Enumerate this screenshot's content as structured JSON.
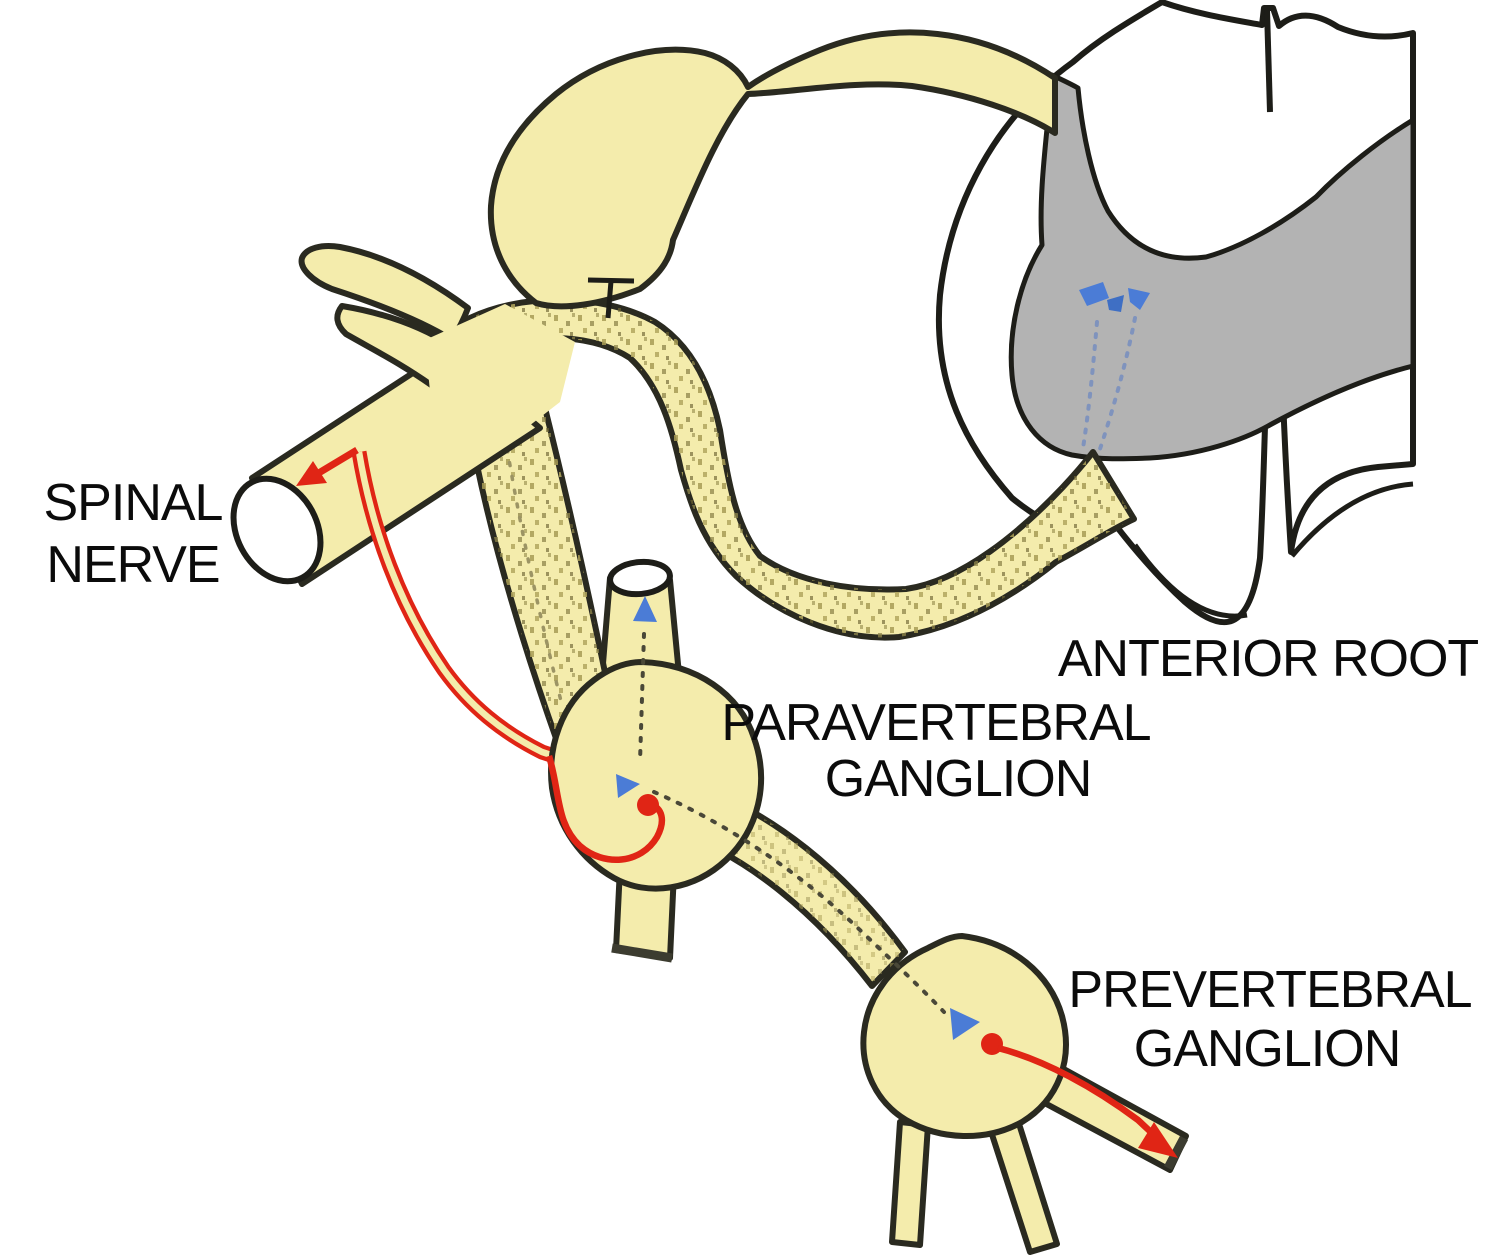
{
  "figure": {
    "description": "Line-art diagram of a spinal cord cross-section with sympathetic pathway: spinal nerve, anterior root, paravertebral ganglion and prevertebral ganglion. Blue marks preganglionic neurons/fibers (dotted), red marks postganglionic neurons/fibers."
  },
  "labels": {
    "spinal_nerve_line1": "SPINAL",
    "spinal_nerve_line2": "NERVE",
    "anterior_root": "ANTERIOR ROOT",
    "paravertebral_line1": "PARAVERTEBRAL",
    "paravertebral_line2": "GANGLION",
    "prevertebral_line1": "PREVERTEBRAL",
    "prevertebral_line2": "GANGLION"
  },
  "colors": {
    "background": "#ffffff",
    "nerve_yellow": "#f4ecac",
    "outline_black": "#1d1d18",
    "gray_matter": "#b3b3b3",
    "preganglionic_blue": "#4b7cd6",
    "postganglionic_red": "#e02515",
    "stipple_olive": "#a89d55",
    "label_text": "#0b0b0b"
  }
}
